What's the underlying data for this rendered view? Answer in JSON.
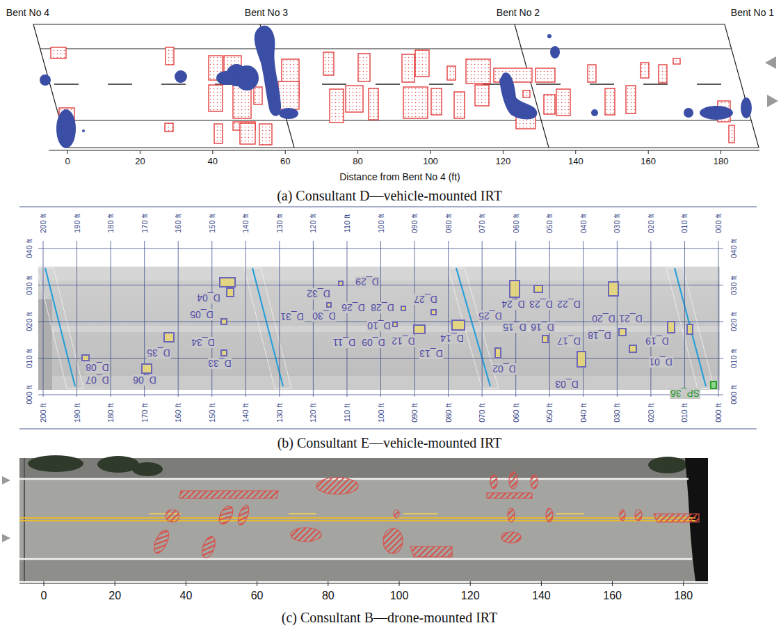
{
  "diagram": {
    "labels": [
      "Bent No 4",
      "Bent No 3",
      "Bent No 2",
      "Bent No 1",
      "0",
      "20",
      "40",
      "60",
      "80",
      "100",
      "120",
      "140",
      "160",
      "180",
      "Distance from Bent No 4 (ft)",
      "(a) Consultant D—vehicle-mounted IRT",
      "200 ft",
      "190 ft",
      "180 ft",
      "170 ft",
      "160 ft",
      "150 ft",
      "140 ft",
      "130 ft",
      "120 ft",
      "110 ft",
      "100 ft",
      "090 ft",
      "080 ft",
      "070 ft",
      "060 ft",
      "050 ft",
      "040 ft",
      "030 ft",
      "020 ft",
      "010 ft",
      "000 ft",
      "200 ft",
      "190 ft",
      "180 ft",
      "170 ft",
      "160 ft",
      "150 ft",
      "140 ft",
      "130 ft",
      "120 ft",
      "110 ft",
      "100 ft",
      "090 ft",
      "080 ft",
      "070 ft",
      "060 ft",
      "050 ft",
      "040 ft",
      "030 ft",
      "020 ft",
      "010 ft",
      "000 ft",
      "040 ft",
      "030 ft",
      "020 ft",
      "010 ft",
      "000 ft",
      "040 ft",
      "030 ft",
      "020 ft",
      "010 ft",
      "000 ft",
      "D_01",
      "D_02",
      "D_03",
      "D_04",
      "D_05",
      "D_06",
      "D_07",
      "D_08",
      "D_09",
      "D_10",
      "D_11",
      "D_12",
      "D_13",
      "D_14",
      "D_15",
      "D_16",
      "D_17",
      "D_18",
      "D_19",
      "D_20",
      "D_21",
      "D_22",
      "D_23",
      "D_24",
      "D_25",
      "D_26",
      "D_27",
      "D_28",
      "D_29",
      "D_30",
      "D_31",
      "D_32",
      "D_33",
      "D_34",
      "D_35",
      "SP_36",
      "(b) Consultant E—vehicle-mounted IRT",
      "0",
      "20",
      "40",
      "60",
      "80",
      "100",
      "120",
      "140",
      "160",
      "180",
      "(c) Consultant B—drone-mounted IRT"
    ]
  }
}
